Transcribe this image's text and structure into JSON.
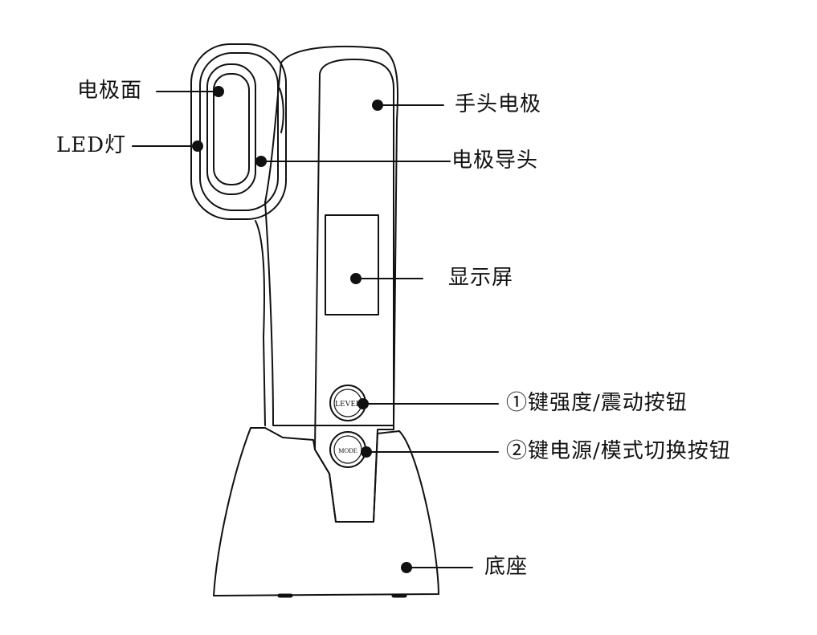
{
  "colors": {
    "line": "#111111",
    "background": "#ffffff"
  },
  "buttons": {
    "level": "LEVEL",
    "mode": "MODE"
  },
  "labels": {
    "electrode_face": "电极面",
    "led_light": "LED灯",
    "handle_electrode": "手头电极",
    "electrode_head": "电极导头",
    "display": "显示屏",
    "level_button": "①键强度/震动按钮",
    "mode_button": "②键电源/模式切换按钮",
    "base": "底座"
  }
}
